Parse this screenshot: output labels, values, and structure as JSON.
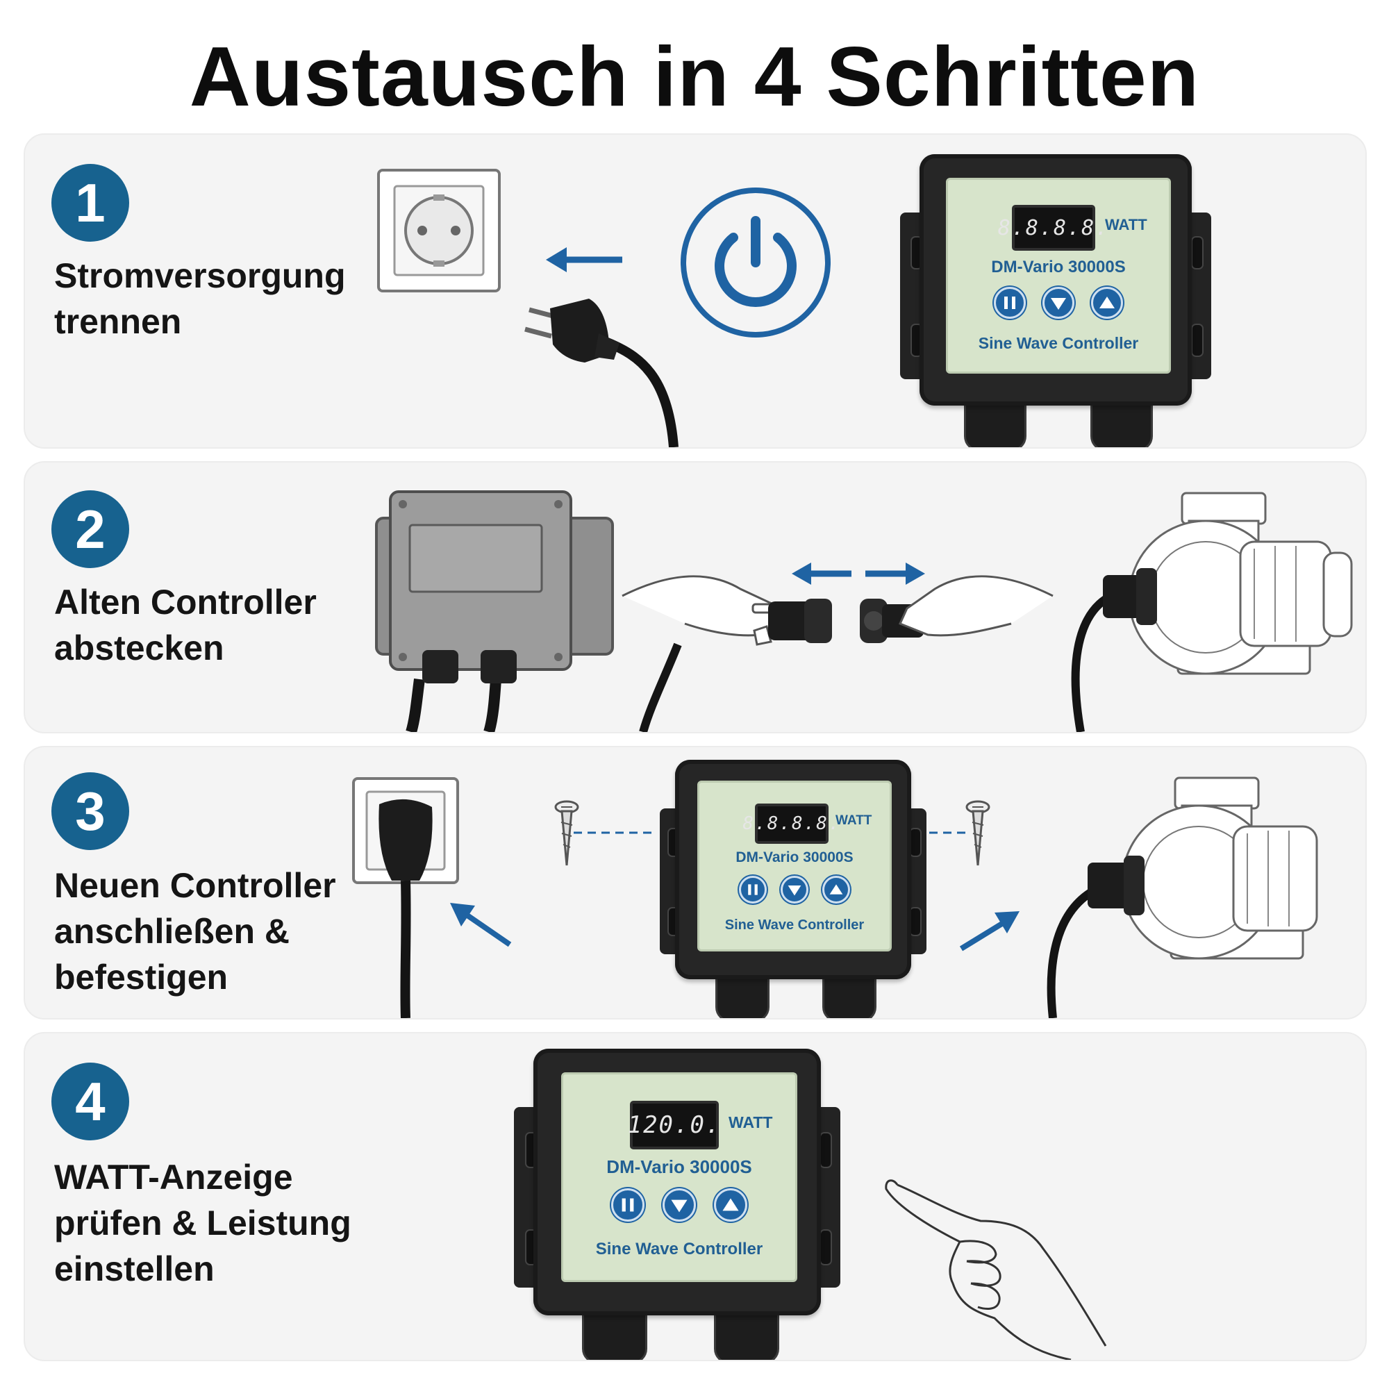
{
  "title": "Austausch in 4 Schritten",
  "colors": {
    "accent": "#17628f",
    "panel": "#f4f4f4",
    "device": "#262626",
    "display_face": "#d7e4cb"
  },
  "steps": [
    {
      "number": "1",
      "line1": "Stromversorgung",
      "line2": "trennen",
      "line3": "",
      "icons": [
        "wall-socket-icon",
        "arrow-left-icon",
        "plug-icon",
        "power-icon"
      ]
    },
    {
      "number": "2",
      "line1": "Alten Controller",
      "line2": "abstecken",
      "line3": "",
      "icons": [
        "old-controller-icon",
        "hands-connector-icon",
        "arrow-left-icon",
        "arrow-right-icon",
        "pump-icon"
      ]
    },
    {
      "number": "3",
      "line1": "Neuen Controller",
      "line2": "anschließen &",
      "line3": "befestigen",
      "icons": [
        "wall-socket-icon",
        "screw-icon",
        "arrow-icon",
        "pump-icon"
      ]
    },
    {
      "number": "4",
      "line1": "WATT-Anzeige",
      "line2": "prüfen & Leistung",
      "line3": "einstellen",
      "icons": [
        "pointing-hand-icon"
      ]
    }
  ],
  "controller": {
    "watt_label": "WATT",
    "model": "DM-Vario 30000S",
    "subtitle": "Sine Wave Controller",
    "display_idle": "8.8.8.8.",
    "display_set": "120.0."
  }
}
